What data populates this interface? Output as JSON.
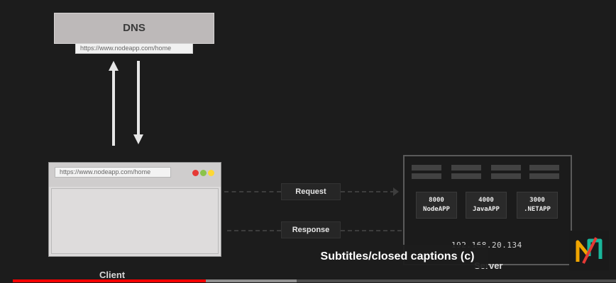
{
  "diagram": {
    "dns": {
      "title": "DNS",
      "url": "https://www.nodeapp.com/home"
    },
    "client": {
      "url": "https://www.nodeapp.com/home",
      "label": "Client",
      "dots": {
        "red": "#e53935",
        "green": "#8bc34a",
        "yellow": "#fdd835"
      }
    },
    "request_label": "Request",
    "response_label": "Response",
    "server": {
      "apps": [
        {
          "port": "8000",
          "name": "NodeAPP"
        },
        {
          "port": "4000",
          "name": "JavaAPP"
        },
        {
          "port": "3000",
          "name": ".NETAPP"
        }
      ],
      "ip": "192.168.20.134",
      "label": "Server"
    }
  },
  "player": {
    "caption_tooltip": "Subtitles/closed captions (c)",
    "progress_played": 0.32,
    "progress_buffered": 0.47,
    "progress_color": "#ff0000",
    "logo_icon": "channel-logo-icon",
    "logo_colors": {
      "orange": "#f0a500",
      "teal": "#19b79b",
      "red": "#e53935"
    }
  }
}
